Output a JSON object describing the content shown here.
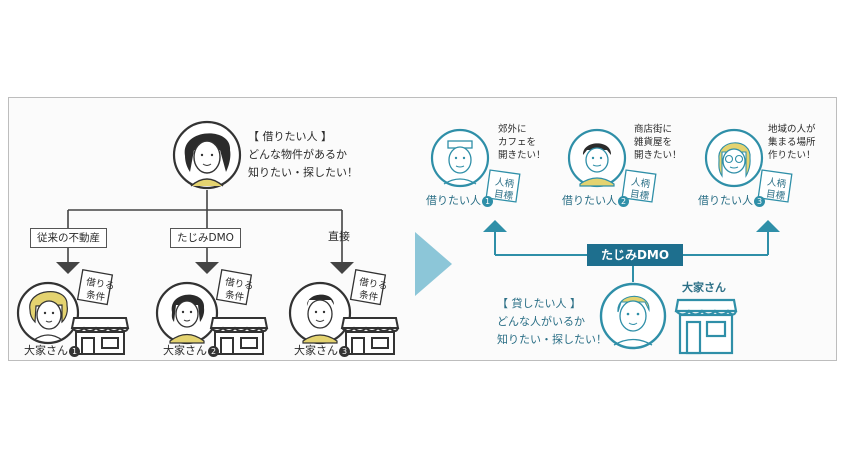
{
  "left": {
    "tenant_title": "【 借りたい人 】",
    "tenant_line1": "どんな物件があるか",
    "tenant_line2": "知りたい・探したい！",
    "channels": [
      "従来の不動産",
      "たじみDMO",
      "直接"
    ],
    "landlords": [
      {
        "label": "大家さん",
        "num": "1",
        "card": [
          "借りる",
          "条件"
        ]
      },
      {
        "label": "大家さん",
        "num": "2",
        "card": [
          "借りる",
          "条件"
        ]
      },
      {
        "label": "大家さん",
        "num": "3",
        "card": [
          "借りる",
          "条件"
        ]
      }
    ]
  },
  "right": {
    "tenants": [
      {
        "label": "借りたい人",
        "num": "1",
        "wish": [
          "郊外に",
          "カフェを",
          "開きたい！"
        ],
        "card": [
          "人柄",
          "目標"
        ]
      },
      {
        "label": "借りたい人",
        "num": "2",
        "wish": [
          "商店街に",
          "雑貨屋を",
          "開きたい！"
        ],
        "card": [
          "人柄",
          "目標"
        ]
      },
      {
        "label": "借りたい人",
        "num": "3",
        "wish": [
          "地域の人が",
          "集まる場所",
          "作りたい！"
        ],
        "card": [
          "人柄",
          "目標"
        ]
      }
    ],
    "dmo": "たじみDMO",
    "landlord_label": "大家さん",
    "landlord_title": "【 貸したい人 】",
    "landlord_line1": "どんな人がいるか",
    "landlord_line2": "知りたい・探したい！"
  },
  "colors": {
    "blue": "#2f8fa8",
    "dark_blue": "#1e6f8e",
    "yellow": "#e4d370",
    "arrow": "#8cc6d8"
  }
}
